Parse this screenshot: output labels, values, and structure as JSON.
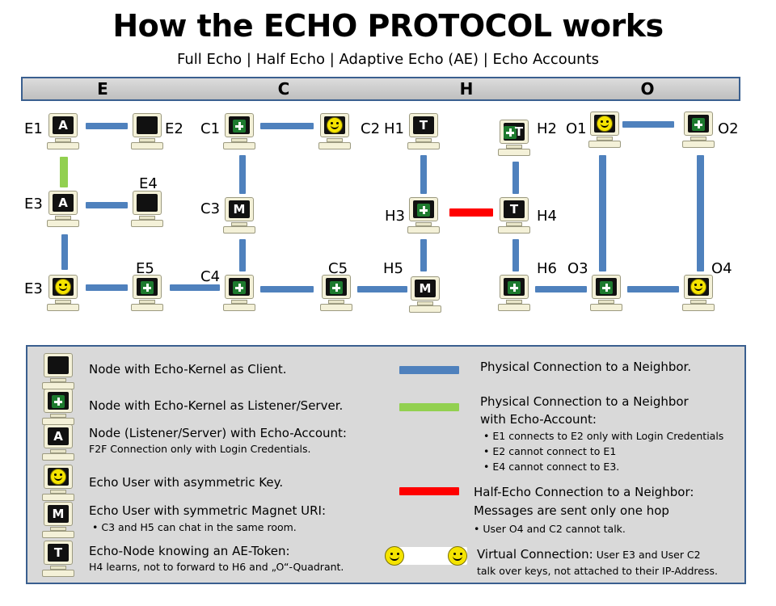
{
  "title": "How the ECHO PROTOCOL works",
  "subtitle": "Full Echo | Half Echo | Adaptive Echo (AE) | Echo Accounts",
  "quadrants": [
    "E",
    "C",
    "H",
    "O"
  ],
  "nodes": {
    "E1": "E1",
    "E2": "E2",
    "E3a": "E3",
    "E4": "E4",
    "E3b": "E3",
    "E5": "E5",
    "C1": "C1",
    "C2": "C2",
    "C3": "C3",
    "C4": "C4",
    "C5": "C5",
    "H1": "H1",
    "H2": "H2",
    "H3": "H3",
    "H4": "H4",
    "H5": "H5",
    "H6": "H6",
    "O1": "O1",
    "O2": "O2",
    "O3": "O3",
    "O4": "O4"
  },
  "glyphs": {
    "account": "A",
    "magnet": "M",
    "token": "T"
  },
  "colors": {
    "physical": "#4f81bd",
    "account": "#92d050",
    "half_echo": "#ff0000",
    "border": "#3a5f8f"
  },
  "icons": {
    "client": "client-monitor-icon",
    "server": "server-monitor-icon",
    "key_user": "smiley-monitor-icon",
    "account": "account-monitor-icon",
    "magnet": "magnet-monitor-icon",
    "token": "token-monitor-icon"
  },
  "legend": {
    "client": "Node with Echo-Kernel as Client.",
    "server": "Node with Echo-Kernel as Listener/Server.",
    "account": "Node  (Listener/Server) with Echo-Account:",
    "account_sub": "F2F Connection only with Login Credentials.",
    "key_user": "Echo User with asymmetric Key.",
    "magnet": "Echo User with symmetric Magnet URI:",
    "magnet_sub": "C3 and H5 can chat in the same room.",
    "token": "Echo-Node knowing an AE-Token:",
    "token_sub": "H4 learns, not to forward to H6  and „O“-Quadrant.",
    "physical": "Physical Connection to a Neighbor.",
    "physical_account": "Physical Connection to a Neighbor",
    "physical_account_2": "with Echo-Account:",
    "physical_account_items": [
      "E1 connects to E2 only with Login Credentials",
      "E2 cannot connect to E1",
      "E4 cannot connect to E3."
    ],
    "half_echo": "Half-Echo Connection to a Neighbor:",
    "half_echo_2": "Messages are sent only one hop",
    "half_echo_item": "User O4 and C2 cannot talk.",
    "virtual": "Virtual Connection:",
    "virtual_rest": " User E3 and User C2",
    "virtual_2": "talk over keys, not attached to their IP-Address."
  }
}
